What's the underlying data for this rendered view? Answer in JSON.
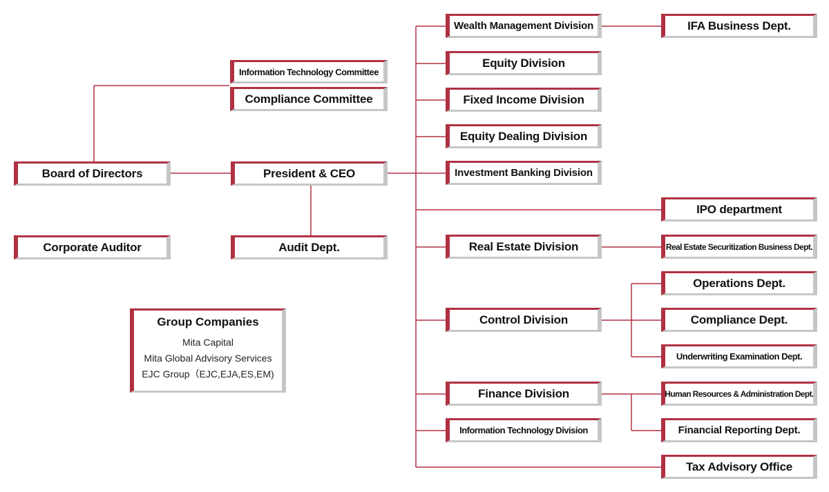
{
  "colors": {
    "accent": "#b03042",
    "shadow": "#c6c6c6",
    "line": "#b03042"
  },
  "nodes": {
    "board": "Board of Directors",
    "auditor": "Corporate Auditor",
    "it_committee": "Information Technology Committee",
    "compliance_committee": "Compliance Committee",
    "ceo": "President & CEO",
    "audit": "Audit Dept.",
    "wealth": "Wealth Management Division",
    "equity": "Equity Division",
    "fixed_income": "Fixed Income Division",
    "equity_dealing": "Equity Dealing Division",
    "investment_banking": "Investment Banking Division",
    "ipo": "IPO department",
    "real_estate": "Real Estate Division",
    "control": "Control Division",
    "finance": "Finance Division",
    "it_division": "Information Technology Division",
    "tax": "Tax Advisory Office",
    "ifa": "IFA Business Dept.",
    "re_securitization": "Real Estate Securitization Business Dept.",
    "operations": "Operations Dept.",
    "compliance_dept": "Compliance Dept.",
    "underwriting": "Underwriting Examination Dept.",
    "hr_admin": "Human Resources & Administration Dept.",
    "financial_reporting": "Financial Reporting Dept."
  },
  "group_companies": {
    "title": "Group Companies",
    "items": [
      "Mita Capital",
      "Mita Global Advisory Services",
      "EJC Group（EJC,EJA,ES,EM)"
    ]
  }
}
